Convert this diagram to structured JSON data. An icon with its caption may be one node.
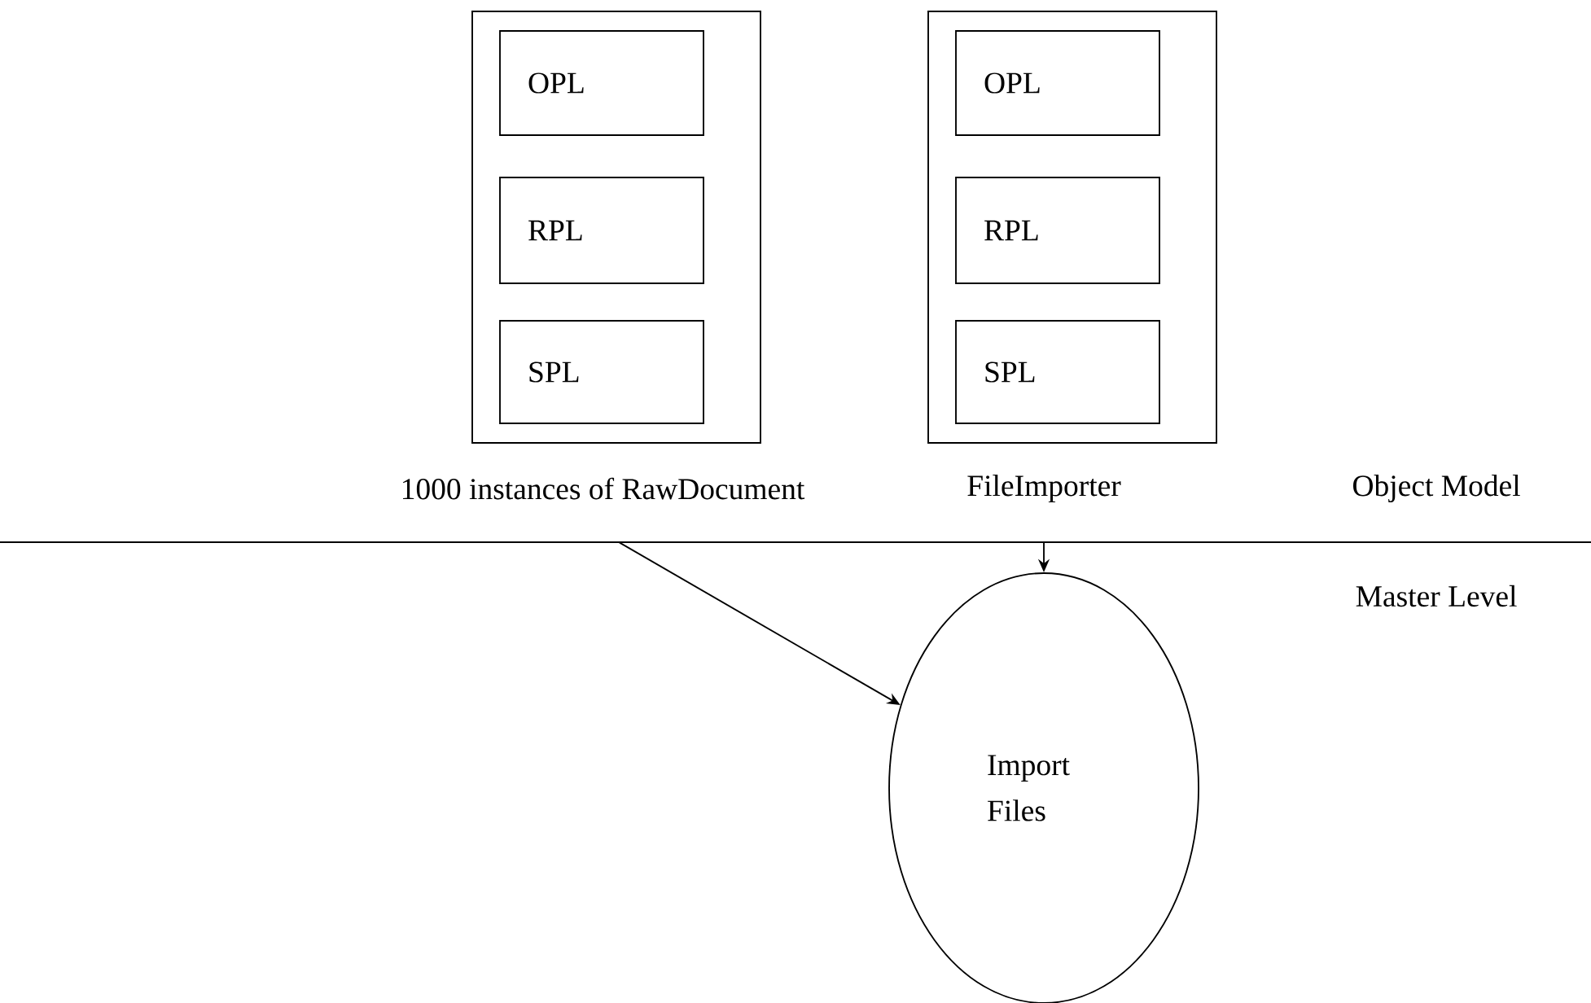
{
  "diagram": {
    "nodes": [
      {
        "text": [],
        "shape": "box",
        "beside": [
          "1000 instances of RawDocument"
        ]
      },
      {
        "text": [
          "OPL"
        ],
        "in": 0
      },
      {
        "text": [
          "RPL"
        ],
        "in": 0
      },
      {
        "text": [
          "SPL"
        ],
        "in": 0
      },
      {
        "text": [],
        "shape": "box",
        "beside": [
          "FileImporter"
        ]
      },
      {
        "text": [
          "OPL"
        ],
        "in": 4
      },
      {
        "text": [
          "RPL"
        ],
        "in": 4
      },
      {
        "text": [
          "SPL"
        ],
        "in": 4
      },
      {
        "text": [
          "Import Files"
        ]
      }
    ],
    "edges": [
      {
        "from": null,
        "to": 8,
        "arrow": "to"
      },
      {
        "from": null,
        "to": 8,
        "arrow": "to"
      }
    ],
    "labels": [
      "Object Model",
      "Master Level"
    ]
  }
}
